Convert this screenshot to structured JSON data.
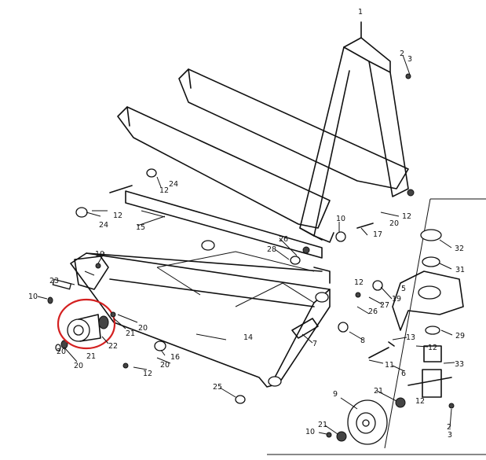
{
  "diagram": {
    "highlight_color": "#d42020",
    "labels": [
      "1",
      "2",
      "3",
      "12",
      "24",
      "12",
      "24",
      "15",
      "10",
      "12",
      "17",
      "20",
      "26",
      "28",
      "23",
      "10",
      "10",
      "22",
      "21",
      "20",
      "21",
      "20",
      "14",
      "16",
      "20",
      "12",
      "7",
      "12",
      "27",
      "19",
      "26",
      "8",
      "5",
      "32",
      "31",
      "29",
      "13",
      "12",
      "11",
      "6",
      "33",
      "25",
      "9",
      "21",
      "12",
      "2",
      "3",
      "21",
      "10",
      "20"
    ]
  }
}
